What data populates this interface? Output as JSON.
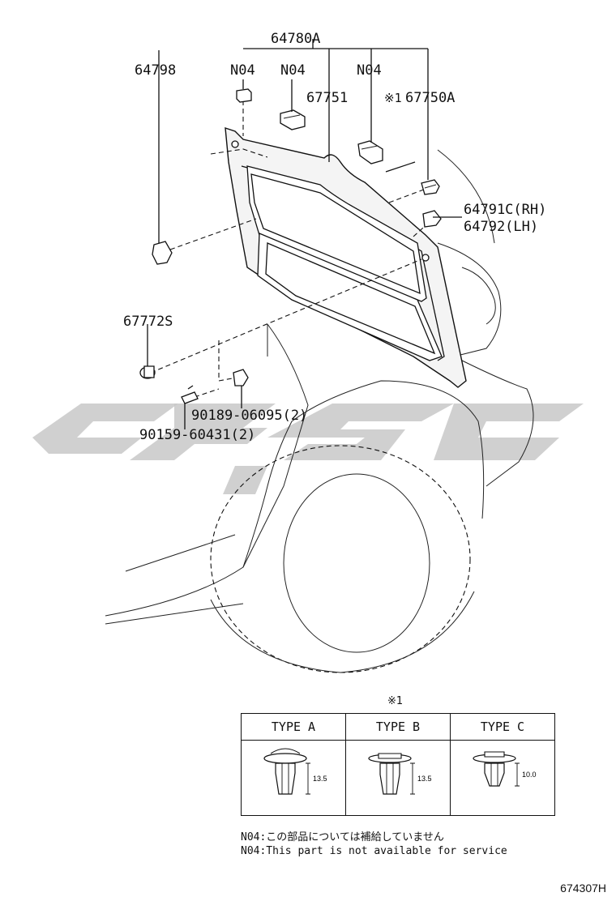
{
  "labels": {
    "assembly": "64780A",
    "p64798": "64798",
    "n04_a": "N04",
    "n04_b": "N04",
    "n04_c": "N04",
    "p67751": "67751",
    "p67750a_mark": "※1",
    "p67750a": "67750A",
    "p64791c": "64791C(RH)",
    "p64792": "64792(LH)",
    "p67772s": "67772S",
    "p90189": "90189-06095(2)",
    "p90159": "90159-60431(2)"
  },
  "table": {
    "mark": "※1",
    "headers": [
      "TYPE A",
      "TYPE B",
      "TYPE C"
    ],
    "dims": [
      "13.5",
      "13.5",
      "10.0"
    ]
  },
  "notes": [
    "N04:この部品については補給していません",
    "N04:This part is not available for service"
  ],
  "doc_id": "674307H",
  "watermark_color": "#c8c8c8"
}
